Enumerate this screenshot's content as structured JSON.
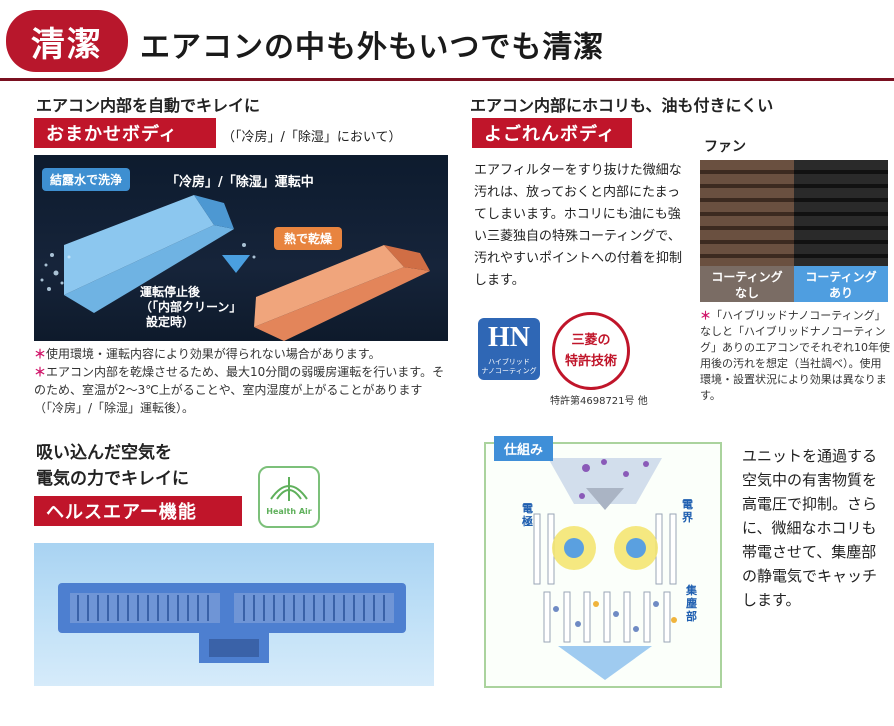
{
  "header": {
    "badge": "清潔",
    "title": "エアコンの中も外もいつでも清潔"
  },
  "section_auto_clean": {
    "subtitle": "エアコン内部を自動でキレイに",
    "label": "おまかせボディ",
    "label_note": "（「冷房」/「除湿」において）",
    "pill_wash": "結露水で洗浄",
    "operating": "「冷房」/「除湿」運転中",
    "pill_dry": "熱で乾燥",
    "after_stop_line1": "運転停止後",
    "after_stop_line2": "（「内部クリーン」",
    "after_stop_line3": "設定時）",
    "notes": [
      "使用環境・運転内容により効果が得られない場合があります。",
      "エアコン内部を乾燥させるため、最大10分間の弱暖房運転を行います。そのため、室温が2〜3℃上がることや、室内湿度が上がることがあります（「冷房」/「除湿」運転後）。"
    ],
    "note_mark": "＊"
  },
  "section_dirt_resistant": {
    "subtitle": "エアコン内部にホコリも、油も付きにくい",
    "label": "よごれんボディ",
    "description": "エアフィルターをすり抜けた微細な汚れは、放っておくと内部にたまってしまいます。ホコリにも油にも強い三菱独自の特殊コーティングで、汚れやすいポイントへの付着を抑制します。",
    "fan_title": "ファン",
    "fan_left_caption_1": "コーティング",
    "fan_left_caption_2": "なし",
    "fan_right_caption_1": "コーティング",
    "fan_right_caption_2": "あり",
    "hn_logo": "HN",
    "hn_sub_1": "ハイブリッド",
    "hn_sub_2": "ナノコーティング",
    "patent_badge_1": "三菱の",
    "patent_badge_2": "特許技術",
    "patent_no": "特許第4698721号 他",
    "fan_note": "「ハイブリッドナノコーティング」なしと「ハイブリッドナノコーティング」ありのエアコンでそれぞれ10年使用後の汚れを想定（当社調べ）。使用環境・設置状況により効果は異なります。",
    "note_mark": "＊"
  },
  "section_health_air": {
    "subtitle_line1": "吸い込んだ空気を",
    "subtitle_line2": "電気の力でキレイに",
    "label": "ヘルスエアー機能",
    "logo_text": "Health Air",
    "diagram_tab": "仕組み",
    "diagram_label_electrode": "電極",
    "diagram_label_field": "電界",
    "diagram_label_collector": "集塵部",
    "description": "ユニットを通過する空気中の有害物質を高電圧で抑制。さらに、微細なホコリも帯電させて、集塵部の静電気でキャッチします。"
  },
  "colors": {
    "brand_red": "#c0152a",
    "accent_blue": "#3e8fd1",
    "accent_orange": "#e8843f",
    "note_pink": "#d0166a",
    "diagram_border": "#aad39d"
  }
}
